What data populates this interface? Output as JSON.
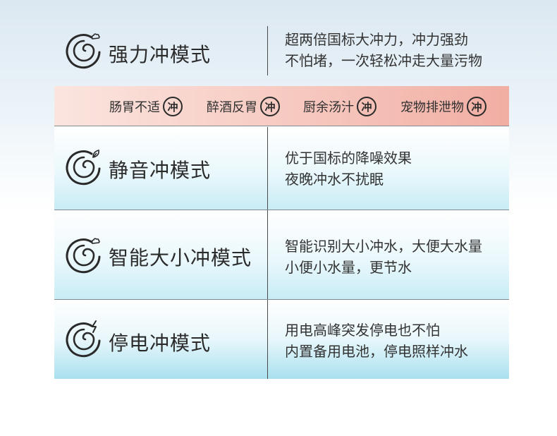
{
  "modes": [
    {
      "title": "强力冲模式",
      "icon": "swirl-cloud-icon",
      "desc_lines": [
        "超两倍国标大冲力，冲力强劲",
        "不怕堵，一次轻松冲走大量污物"
      ]
    },
    {
      "title": "静音冲模式",
      "icon": "swirl-leaf-icon",
      "desc_lines": [
        "优于国标的降噪效果",
        "夜晚冲水不扰眠"
      ]
    },
    {
      "title": "智能大小冲模式",
      "icon": "swirl-cloud-icon",
      "desc_lines": [
        "智能识别大小冲水，大便大水量",
        "小便小水量，更节水"
      ]
    },
    {
      "title": "停电冲模式",
      "icon": "swirl-lightning-icon",
      "desc_lines": [
        "用电高峰突发停电也不怕",
        "内置备用电池，停电照样冲水"
      ]
    }
  ],
  "strip": {
    "badge": "冲",
    "items": [
      "肠胃不适",
      "醉酒反胃",
      "厨余汤汁",
      "宠物排泄物"
    ]
  },
  "colors": {
    "strip_start": "#fbe5df",
    "strip_end": "#f1aea3",
    "row_bottom": "#c8ecf5",
    "text": "#2b2b2b"
  }
}
